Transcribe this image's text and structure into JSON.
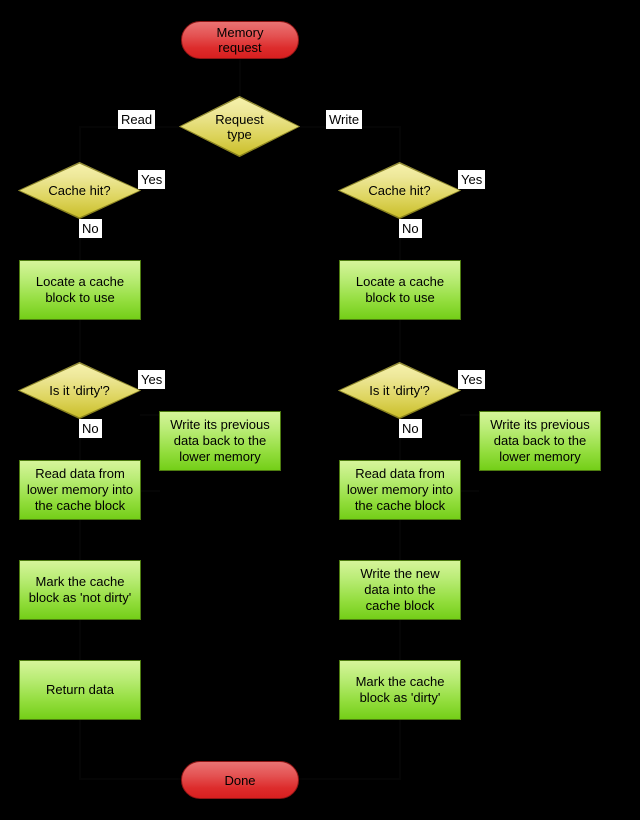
{
  "diagram": {
    "title": "Cache memory request flowchart",
    "background_color": "#000000",
    "palette": {
      "terminal_fill_top": "#ea7373",
      "terminal_fill_bottom": "#d81f1f",
      "terminal_border": "#8f1515",
      "process_fill_top": "#d6f49a",
      "process_fill_bottom": "#74cf18",
      "process_border": "#4e7c10",
      "decision_fill_top": "#f7f3ad",
      "decision_fill_bottom": "#c9bd26",
      "decision_border": "#7d761a",
      "label_background": "#ffffff",
      "label_text": "#000000"
    }
  },
  "nodes": {
    "start": {
      "text": "Memory\nrequest",
      "line1": "Memory",
      "line2": "request",
      "type": "terminal"
    },
    "request_type": {
      "line1": "Request",
      "line2": "type",
      "type": "decision"
    },
    "read_cache_hit": {
      "text": "Cache hit?",
      "type": "decision"
    },
    "write_cache_hit": {
      "text": "Cache hit?",
      "type": "decision"
    },
    "read_locate_block": {
      "line1": "Locate a cache",
      "line2": "block to use",
      "type": "process"
    },
    "write_locate_block": {
      "line1": "Locate a cache",
      "line2": "block to use",
      "type": "process"
    },
    "read_is_dirty": {
      "text": "Is it 'dirty'?",
      "type": "decision"
    },
    "write_is_dirty": {
      "text": "Is it 'dirty'?",
      "type": "decision"
    },
    "read_writeback": {
      "line1": "Write its previous",
      "line2": "data back to the",
      "line3": "lower memory",
      "type": "process"
    },
    "write_writeback": {
      "line1": "Write its previous",
      "line2": "data back to the",
      "line3": "lower memory",
      "type": "process"
    },
    "read_fetch": {
      "line1": "Read data from",
      "line2": "lower memory into",
      "line3": "the cache block",
      "type": "process"
    },
    "write_fetch": {
      "line1": "Read data from",
      "line2": "lower memory into",
      "line3": "the cache block",
      "type": "process"
    },
    "read_mark_not_dirty": {
      "line1": "Mark the cache",
      "line2": "block as 'not dirty'",
      "type": "process"
    },
    "write_store": {
      "line1": "Write the new",
      "line2": "data into the",
      "line3": "cache block",
      "type": "process"
    },
    "read_return": {
      "text": "Return data",
      "type": "process"
    },
    "write_mark_dirty": {
      "line1": "Mark the cache",
      "line2": "block as 'dirty'",
      "type": "process"
    },
    "done": {
      "text": "Done",
      "type": "terminal"
    }
  },
  "edge_labels": {
    "read_branch": "Read",
    "write_branch": "Write",
    "read_hit_yes": "Yes",
    "read_hit_no": "No",
    "write_hit_yes": "Yes",
    "write_hit_no": "No",
    "read_dirty_yes": "Yes",
    "read_dirty_no": "No",
    "write_dirty_yes": "Yes",
    "write_dirty_no": "No"
  }
}
